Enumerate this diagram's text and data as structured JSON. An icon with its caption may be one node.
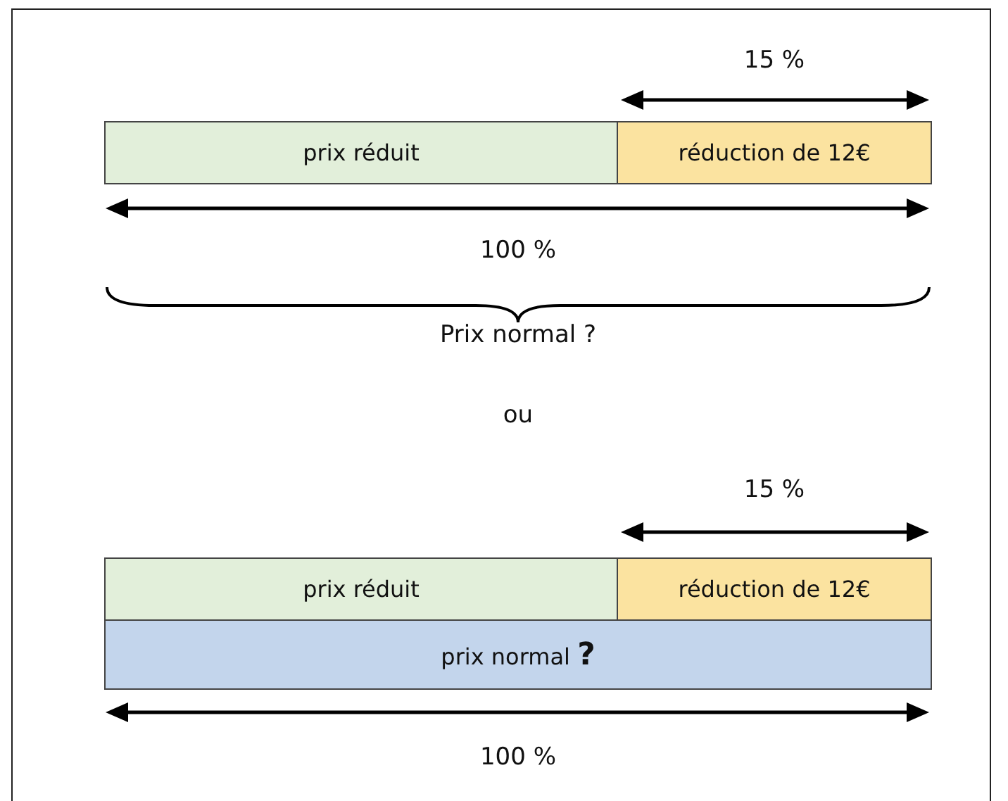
{
  "diagram": {
    "nodes": [
      {
        "text": [
          "prix réduit"
        ]
      },
      {
        "text": [
          "réduction de 12€"
        ]
      },
      {
        "text": [
          "prix réduit"
        ]
      },
      {
        "text": [
          "réduction de 12€"
        ]
      },
      {
        "text": [
          "prix normal **?**"
        ]
      }
    ],
    "labels": [
      "15 %",
      "100 %",
      "Prix normal ?",
      "ou",
      "15 %",
      "100 %"
    ]
  }
}
